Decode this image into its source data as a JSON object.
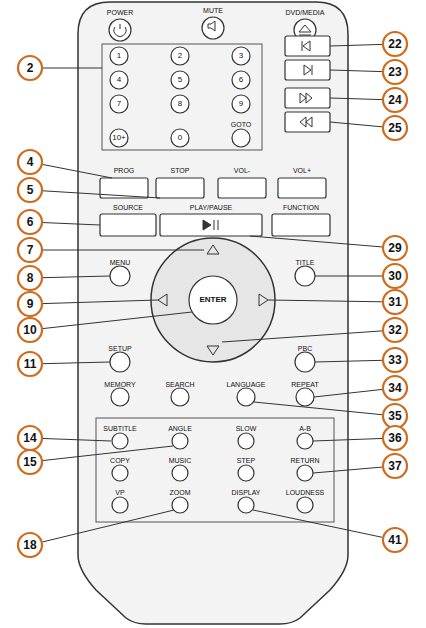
{
  "diagram": {
    "labels": [
      "POWER",
      "MUTE",
      "DVD/MEDIA",
      "1",
      "2",
      "3",
      "4",
      "5",
      "6",
      "7",
      "8",
      "9",
      "10+",
      "0",
      "GOTO",
      "22",
      "23",
      "2",
      "24",
      "25",
      "PROG",
      "STOP",
      "VOL-",
      "VOL+",
      "4",
      "5",
      "SOURCE",
      "PLAY/PAUSE",
      "FUNCTION",
      "6",
      "29",
      "MENU",
      "TITLE",
      "7",
      "8",
      "9",
      "ENTER",
      "30",
      "31",
      "10",
      "32",
      "SETUP",
      "PBC",
      "11",
      "33",
      "MEMORY",
      "SEARCH",
      "LANGUAGE",
      "REPEAT",
      "34",
      "35",
      "SUBTITLE",
      "ANGLE",
      "SLOW",
      "A-B",
      "14",
      "15",
      "36",
      "37",
      "COPY",
      "MUSIC",
      "STEP",
      "RETURN",
      "VP",
      "ZOOM",
      "DISPLAY",
      "LOUDNESS",
      "18",
      "41"
    ]
  }
}
